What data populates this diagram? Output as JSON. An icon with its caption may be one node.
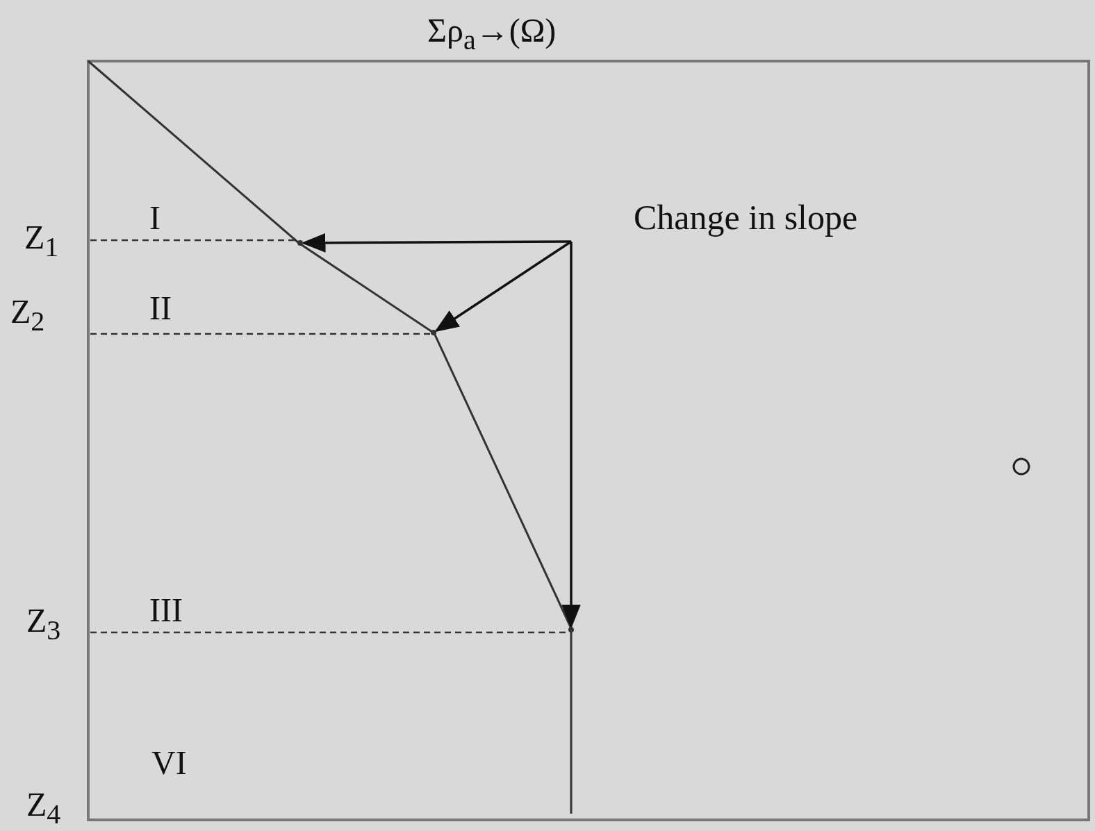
{
  "diagram": {
    "nodes": [
      {
        "text": [],
        "shape": "point"
      },
      {
        "text": [],
        "shape": "point"
      },
      {
        "text": [],
        "shape": "point"
      }
    ],
    "edges": [
      {
        "from": null,
        "to": 0,
        "arrow": "to"
      },
      {
        "from": null,
        "to": 1,
        "arrow": "to"
      },
      {
        "from": null,
        "to": 2,
        "arrow": "to"
      }
    ],
    "labels": [
      "Σρ$_{a}$→(Ω)",
      "Z$_{1}$",
      "I",
      "Change in slope",
      "Z$_{2}$",
      "II",
      "Z$_{3}$",
      "III",
      "VI",
      "Z$_{4}$"
    ]
  }
}
